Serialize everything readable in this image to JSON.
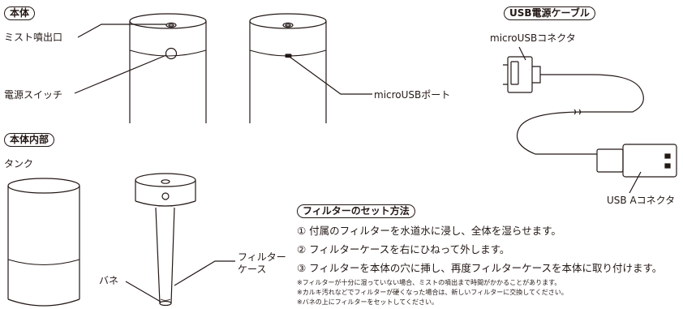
{
  "sections": {
    "body": "本体",
    "body_inner": "本体内部",
    "usb_cable": "USB電源ケーブル",
    "filter_setup": "フィルターのセット方法"
  },
  "labels": {
    "mist_outlet": "ミスト噴出口",
    "power_switch": "電源スイッチ",
    "micro_usb_port": "microUSBポート",
    "tank": "タンク",
    "filter_case_line1": "フィルター",
    "filter_case_line2": "ケース",
    "spring": "バネ",
    "micro_usb_connector": "microUSBコネクタ",
    "usb_a_connector": "USB Aコネクタ"
  },
  "steps": [
    "① 付属のフィルターを水道水に浸し、全体を湿らせます。",
    "② フィルターケースを右にひねって外します。",
    "③ フィルターを本体の穴に挿し、再度フィルターケースを本体に取り付けます。"
  ],
  "notes": [
    "※フィルターが十分に湿っていない場合、ミストの噴出まで時間がかかることがあります。",
    "※カルキ汚れなどでフィルターが硬くなった場合は、新しいフィルターに交換してください。",
    "※バネの上にフィルターをセットしてください。"
  ],
  "colors": {
    "line": "#231815",
    "background": "#ffffff"
  }
}
